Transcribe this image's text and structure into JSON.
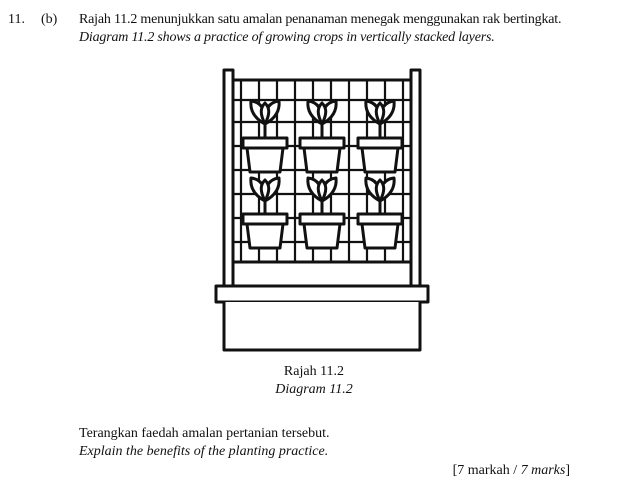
{
  "question": {
    "number": "11.",
    "part": "(b)",
    "stem_ms": "Rajah 11.2 menunjukkan satu amalan penanaman menegak menggunakan rak bertingkat.",
    "stem_en": "Diagram 11.2 shows a practice of growing crops in vertically stacked layers."
  },
  "figure": {
    "icon": "vertical-rack-planter-icon",
    "caption_ms": "Rajah 11.2",
    "caption_en": "Diagram 11.2"
  },
  "task": {
    "text_ms": "Terangkan faedah amalan pertanian tersebut.",
    "text_en": "Explain the benefits of the planting practice."
  },
  "marks": {
    "ms": "[7 markah / ",
    "en": "7 marks",
    "close": "]"
  }
}
